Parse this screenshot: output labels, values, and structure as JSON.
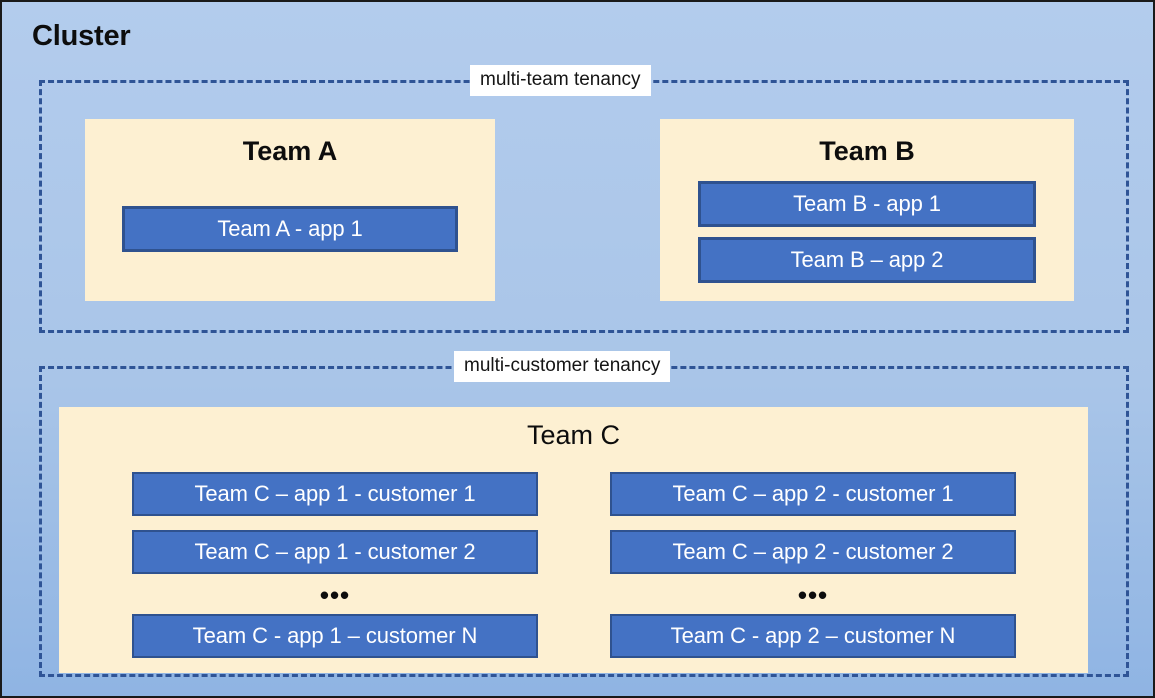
{
  "diagram": {
    "title": "Cluster",
    "colors": {
      "background_top": "#b3cced",
      "background_bottom": "#8fb4e3",
      "team_container": "#fdf0d2",
      "app_fill": "#4472c4",
      "app_border": "#2f528f",
      "dashed_border": "#2f5496",
      "label_background": "#ffffff",
      "text_dark": "#0d0d0d",
      "text_light": "#ffffff"
    },
    "regions": [
      {
        "id": "multi-team",
        "label": "multi-team tenancy",
        "teams": [
          {
            "id": "team-a",
            "title": "Team A",
            "apps": [
              {
                "label": "Team A - app 1"
              }
            ]
          },
          {
            "id": "team-b",
            "title": "Team B",
            "apps": [
              {
                "label": "Team B - app 1"
              },
              {
                "label": "Team B – app 2"
              }
            ]
          }
        ]
      },
      {
        "id": "multi-customer",
        "label": "multi-customer tenancy",
        "teams": [
          {
            "id": "team-c",
            "title": "Team C",
            "columns": [
              {
                "id": "app-1",
                "apps": [
                  {
                    "label": "Team C – app 1 - customer 1"
                  },
                  {
                    "label": "Team C – app 1 - customer 2"
                  },
                  {
                    "label": "Team C - app 1 – customer N"
                  }
                ],
                "ellipsis": "•••"
              },
              {
                "id": "app-2",
                "apps": [
                  {
                    "label": "Team C – app 2 - customer 1"
                  },
                  {
                    "label": "Team C – app 2 - customer 2"
                  },
                  {
                    "label": "Team C - app 2 – customer N"
                  }
                ],
                "ellipsis": "•••"
              }
            ]
          }
        ]
      }
    ]
  }
}
